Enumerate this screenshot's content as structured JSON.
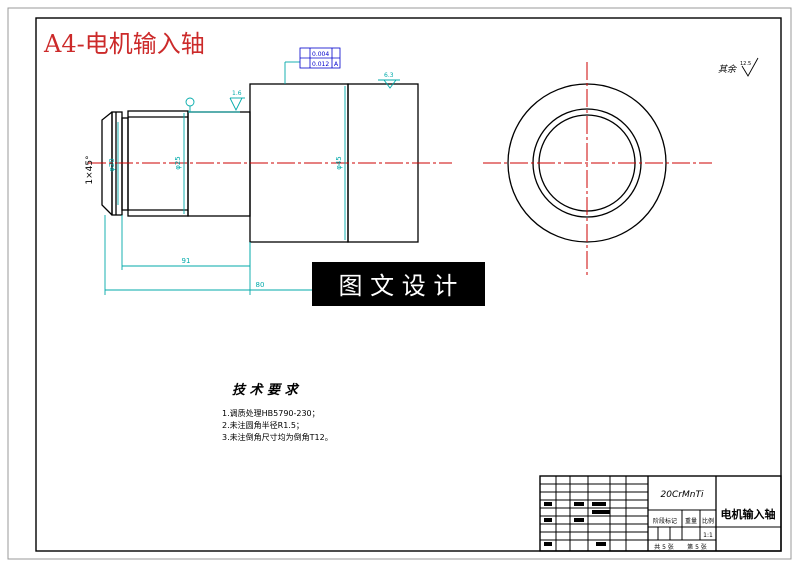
{
  "sheet": {
    "title": "A4-电机输入轴",
    "title_color": "#cc2a2a",
    "watermark": "图 文 设 计",
    "roughness_note": "其余",
    "roughness_value": "12.5"
  },
  "colors": {
    "outline": "#000000",
    "dimension": "#00aaaa",
    "centerline": "#cc0000",
    "tolerance": "#0000cc"
  },
  "dimensions": {
    "chamfer_left": "1×45°",
    "dia_1": "φ20",
    "dia_2": "φ25",
    "dia_3": "φ45",
    "len_1": "91",
    "len_total": "80",
    "angle_mark": "1.6",
    "angle_mark_2": "6.3",
    "tol_row1_value": "0.004",
    "tol_row1_ref": "",
    "tol_row2_value": "0.012",
    "tol_row2_ref": "A"
  },
  "requirements": {
    "heading": "技 术 要 求",
    "items": [
      "1.调质处理HB5790-230；",
      "2.未注圆角半径R1.5；",
      "3.未注倒角尺寸均为倒角T12。"
    ]
  },
  "title_block": {
    "material": "20CrMnTi",
    "part_name": "电机输入轴",
    "stage_label": "阶段标记",
    "weight_label": "重量",
    "scale_label": "比例",
    "scale_value": "1:1",
    "sheets_total": "共 5 张",
    "sheet_no": "第 5 张"
  }
}
